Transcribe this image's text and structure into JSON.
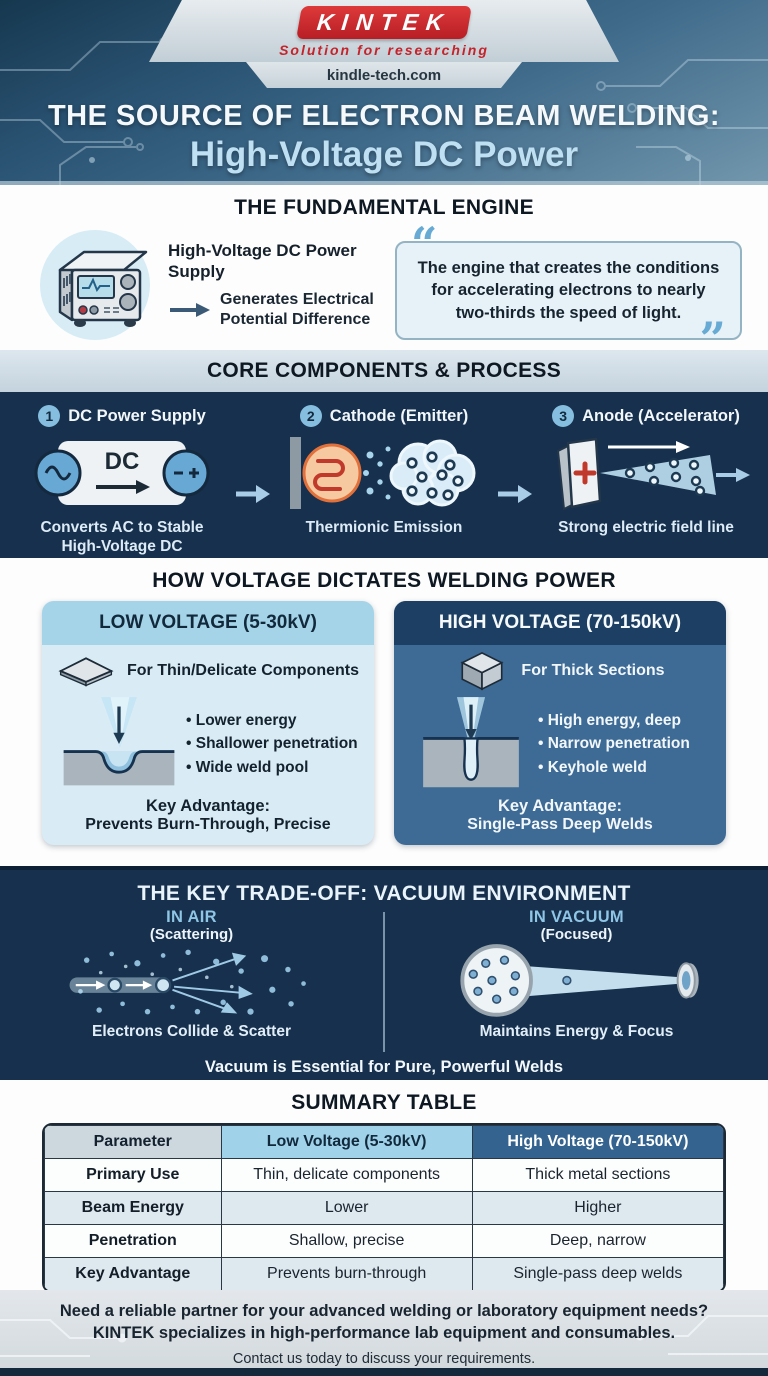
{
  "header": {
    "logo_text": "KINTEK",
    "tagline": "Solution for researching",
    "website": "kindle-tech.com",
    "title_line1": "THE SOURCE OF ELECTRON BEAM WELDING:",
    "title_line2": "High-Voltage DC Power"
  },
  "icons": {
    "quote_open": "“",
    "quote_close": "”"
  },
  "engine": {
    "heading": "THE FUNDAMENTAL ENGINE",
    "label": "High-Voltage DC Power Supply",
    "desc_line1": "Generates Electrical",
    "desc_line2": "Potential Difference",
    "quote": "The engine that creates the conditions for accelerating electrons to nearly two-thirds the speed of light."
  },
  "components": {
    "heading": "CORE COMPONENTS & PROCESS",
    "items": [
      {
        "number": "1",
        "title": "DC Power Supply",
        "dc_label": "DC",
        "caption_line1": "Converts AC to Stable",
        "caption_line2": "High-Voltage DC"
      },
      {
        "number": "2",
        "title": "Cathode (Emitter)",
        "caption_line1": "Thermionic Emission",
        "caption_line2": ""
      },
      {
        "number": "3",
        "title": "Anode (Accelerator)",
        "caption_line1": "Strong electric field line",
        "caption_line2": ""
      }
    ]
  },
  "voltage": {
    "heading": "HOW VOLTAGE DICTATES WELDING POWER",
    "low": {
      "title": "LOW VOLTAGE (5-30kV)",
      "use": "For Thin/Delicate Components",
      "bullets": [
        "Lower energy",
        "Shallower penetration",
        "Wide weld pool"
      ],
      "advantage_label": "Key Advantage:",
      "advantage": "Prevents Burn-Through, Precise"
    },
    "high": {
      "title": "HIGH VOLTAGE (70-150kV)",
      "use": "For Thick Sections",
      "bullets": [
        "High energy, deep",
        "Narrow penetration",
        "Keyhole weld"
      ],
      "advantage_label": "Key Advantage:",
      "advantage": "Single-Pass Deep Welds"
    }
  },
  "tradeoff": {
    "heading": "THE KEY TRADE-OFF: VACUUM ENVIRONMENT",
    "air_title": "IN AIR",
    "air_subtitle": "(Scattering)",
    "air_caption": "Electrons Collide & Scatter",
    "vacuum_title": "IN VACUUM",
    "vacuum_subtitle": "(Focused)",
    "vacuum_caption": "Maintains Energy & Focus",
    "note": "Vacuum is Essential for Pure, Powerful Welds"
  },
  "summary": {
    "heading": "SUMMARY TABLE",
    "columns": [
      "Parameter",
      "Low Voltage (5-30kV)",
      "High Voltage (70-150kV)"
    ],
    "rows": [
      [
        "Primary Use",
        "Thin, delicate components",
        "Thick metal sections"
      ],
      [
        "Beam Energy",
        "Lower",
        "Higher"
      ],
      [
        "Penetration",
        "Shallow, precise",
        "Deep, narrow"
      ],
      [
        "Key Advantage",
        "Prevents burn-through",
        "Single-pass deep welds"
      ]
    ]
  },
  "footer": {
    "line1": "Need a reliable partner for your advanced welding or laboratory equipment needs?",
    "line2": "KINTEK specializes in high-performance lab equipment and consumables.",
    "line3": "Contact us today to discuss your requirements."
  },
  "colors": {
    "brand_red": "#c4232b",
    "navy_section": "#16304d",
    "light_blue_accent": "#a5d4e9",
    "steel_blue_card": "#3e6b95",
    "header_gradient_top": "#16384f",
    "header_gradient_bottom": "#7297ad",
    "table_header_high": "#33638e",
    "quote_blue": "#67abd4"
  }
}
